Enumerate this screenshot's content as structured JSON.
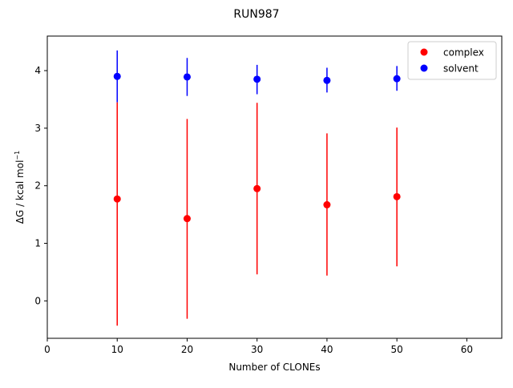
{
  "chart_data": {
    "type": "scatter",
    "title": "RUN987",
    "xlabel": "Number of CLONEs",
    "ylabel": "ΔG / kcal mol",
    "ylabel_sup": "−1",
    "xlim": [
      0,
      65
    ],
    "ylim": [
      -0.65,
      4.6
    ],
    "xticks": [
      0,
      10,
      20,
      30,
      40,
      50,
      60
    ],
    "yticks": [
      0,
      1,
      2,
      3,
      4
    ],
    "grid": false,
    "legend_position": "top-right",
    "series": [
      {
        "name": "complex",
        "color": "#ff0000",
        "points": [
          {
            "x": 10,
            "y": 1.77,
            "err_low": -0.43,
            "err_high": 3.45
          },
          {
            "x": 20,
            "y": 1.43,
            "err_low": -0.31,
            "err_high": 3.16
          },
          {
            "x": 30,
            "y": 1.95,
            "err_low": 0.46,
            "err_high": 3.44
          },
          {
            "x": 40,
            "y": 1.67,
            "err_low": 0.44,
            "err_high": 2.91
          },
          {
            "x": 50,
            "y": 1.81,
            "err_low": 0.6,
            "err_high": 3.01
          }
        ]
      },
      {
        "name": "solvent",
        "color": "#0000ff",
        "points": [
          {
            "x": 10,
            "y": 3.9,
            "err_low": 3.45,
            "err_high": 4.35
          },
          {
            "x": 20,
            "y": 3.89,
            "err_low": 3.56,
            "err_high": 4.22
          },
          {
            "x": 30,
            "y": 3.85,
            "err_low": 3.59,
            "err_high": 4.1
          },
          {
            "x": 40,
            "y": 3.83,
            "err_low": 3.62,
            "err_high": 4.05
          },
          {
            "x": 50,
            "y": 3.86,
            "err_low": 3.65,
            "err_high": 4.08
          }
        ]
      }
    ]
  }
}
